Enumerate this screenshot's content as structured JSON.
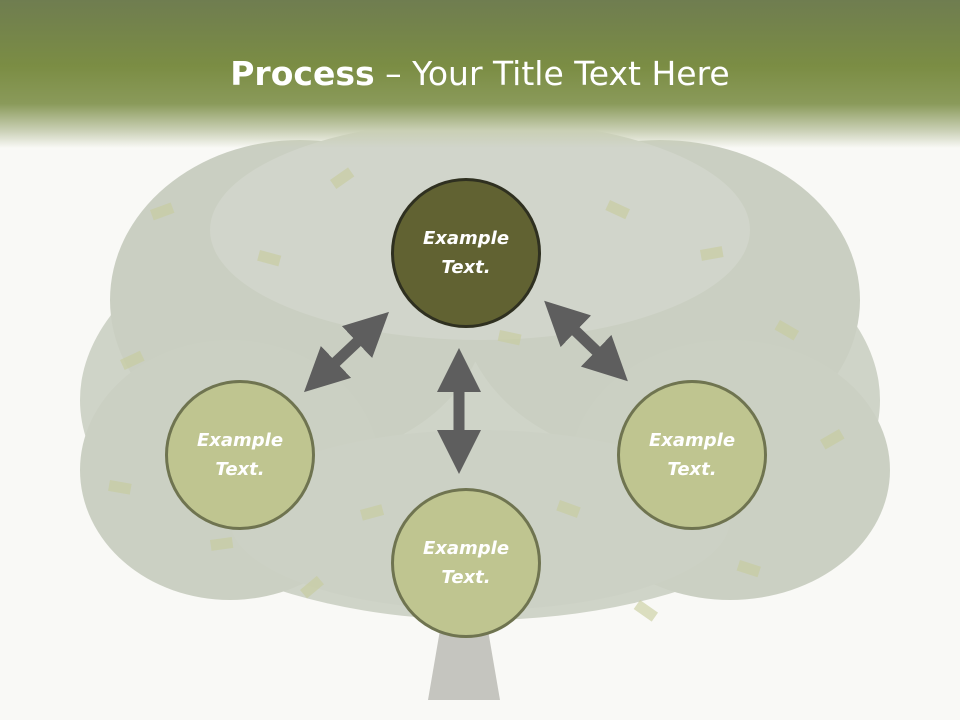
{
  "title": {
    "bold": "Process",
    "rest": " – Your Title Text Here"
  },
  "nodes": {
    "top": "Example Text.",
    "left": "Example Text.",
    "right": "Example Text.",
    "bottom": "Example Text."
  },
  "colors": {
    "header": "#7b8d44",
    "node_dark": "#616232",
    "node_light": "#bfc590",
    "arrow": "#5e5e5e",
    "tree": "#8f9a84"
  },
  "icons": [
    "money-tree-illustration",
    "double-arrow-icon"
  ]
}
